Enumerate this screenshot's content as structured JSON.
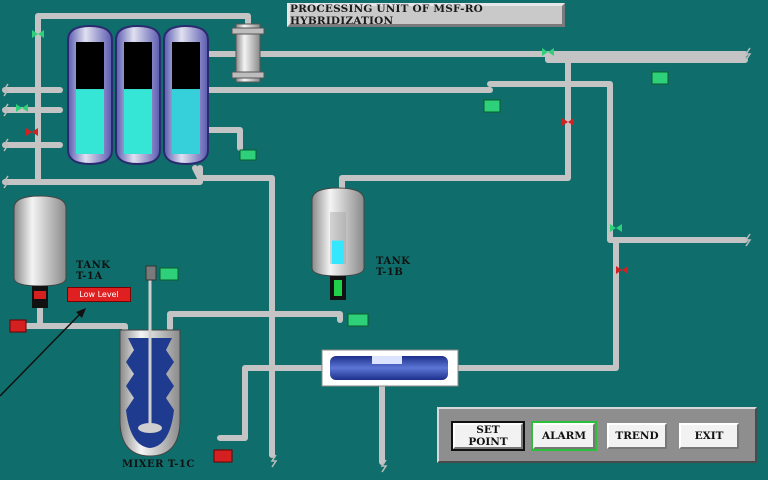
{
  "title": "PROCESSING UNIT OF MSF-RO HYBRIDIZATION",
  "tanks": {
    "t1a": {
      "line1": "TANK",
      "line2": "T-1A"
    },
    "t1b": {
      "line1": "TANK",
      "line2": "T-1B"
    },
    "mixer": {
      "label": "MIXER T-1C"
    }
  },
  "alarm_badge": "Low Level",
  "buttons": {
    "set_point": "SET POINT",
    "alarm": "ALARM",
    "trend": "TREND",
    "exit": "EXIT"
  },
  "levels": {
    "column_1": 0.58,
    "column_2": 0.58,
    "column_3": 0.58,
    "tank_t1b": 0.45
  },
  "colors": {
    "background": "#0f6e6c",
    "pipe": "#c4c4c4",
    "liquid": "#35e6d6",
    "valve_green": "#2ed07a",
    "valve_red": "#d42020",
    "alarm_red": "#e02020"
  }
}
